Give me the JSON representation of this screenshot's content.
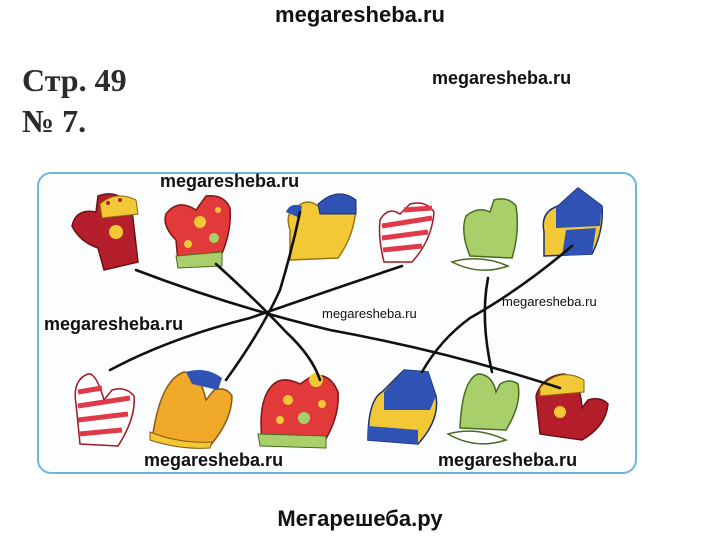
{
  "header": {
    "site": "megaresheba.ru"
  },
  "exercise": {
    "page": "Стр. 49",
    "number": "№ 7."
  },
  "watermarks": {
    "right_of_title": "megaresheba.ru",
    "panel_top": "megaresheba.ru",
    "panel_left": "megaresheba.ru",
    "panel_center": "megaresheba.ru",
    "panel_right": "megaresheba.ru",
    "panel_bottom_left": "megaresheba.ru",
    "panel_bottom_right": "megaresheba.ru"
  },
  "footer": {
    "site": "Мегарешеба.ру"
  },
  "colors": {
    "panel_border": "#6fb7d8",
    "line": "#111111",
    "dark_red": "#b51f2b",
    "red": "#e2393b",
    "yellow": "#f3c836",
    "orange": "#f0a928",
    "blue": "#2f53b4",
    "green": "#a9cf6a",
    "stripe_red": "#e03a4a"
  }
}
